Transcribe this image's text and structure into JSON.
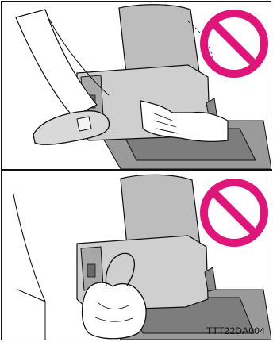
{
  "figure": {
    "code": "TTT22DA004",
    "panels": [
      {
        "id": "top",
        "prohibited": true,
        "icon": "prohibition-icon",
        "scene": "foot-and-hand-near-seat-base"
      },
      {
        "id": "bottom",
        "prohibited": true,
        "icon": "prohibition-icon",
        "scene": "bag-near-seat-base"
      }
    ],
    "colors": {
      "prohibition": "#e0157a",
      "line": "#111111",
      "seat": "#b9b9b9",
      "floor": "#8a8a8a"
    }
  }
}
